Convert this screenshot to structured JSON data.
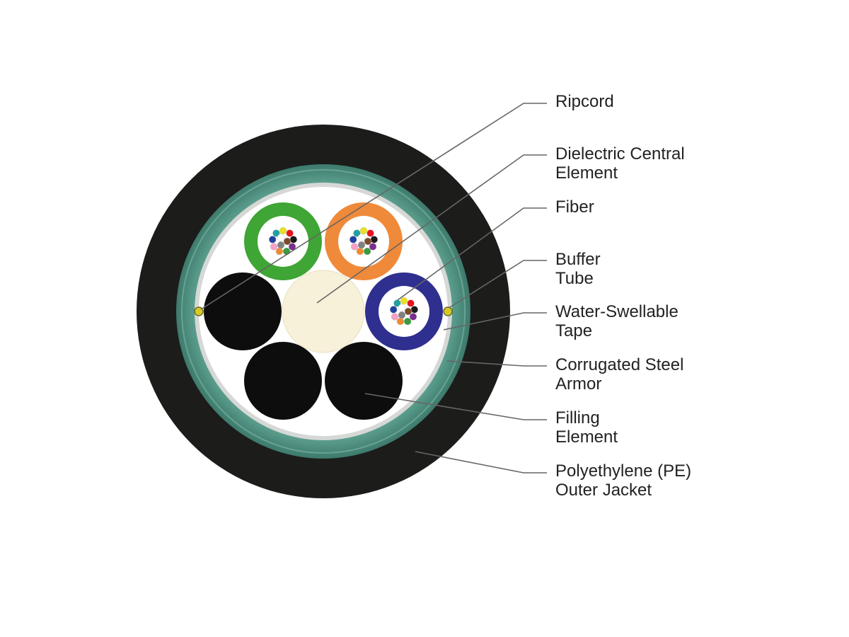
{
  "colors": {
    "jacket": "#1c1c1a",
    "armor": "#4f8f80",
    "armor_dark": "#2f5f55",
    "tape": "#d6d8d6",
    "core": "#ffffff",
    "central_element": "#f7f1da",
    "filling": "#0d0d0d",
    "tube_green": "#3fa535",
    "tube_orange": "#ef8a3a",
    "tube_blue": "#2f2f8f",
    "ripcord": "#d8c828",
    "leader": "#666666"
  },
  "fiber_colors": [
    "#e8e020",
    "#e8141c",
    "#1a1a1a",
    "#7b2d8e",
    "#3a9a3c",
    "#f08a30",
    "#f5a0c8",
    "#2040a0",
    "#20a0a0",
    "#7a4a2a",
    "#808080",
    "#ffffff"
  ],
  "labels": {
    "ripcord": [
      "Ripcord"
    ],
    "central_element": [
      "Dielectric Central",
      "Element"
    ],
    "fiber": [
      "Fiber"
    ],
    "buffer_tube": [
      "Buffer",
      "Tube"
    ],
    "water_tape": [
      "Water-Swellable",
      "Tape"
    ],
    "armor": [
      "Corrugated Steel",
      "Armor"
    ],
    "filling": [
      "Filling",
      "Element"
    ],
    "jacket": [
      "Polyethylene (PE)",
      "Outer Jacket"
    ]
  }
}
